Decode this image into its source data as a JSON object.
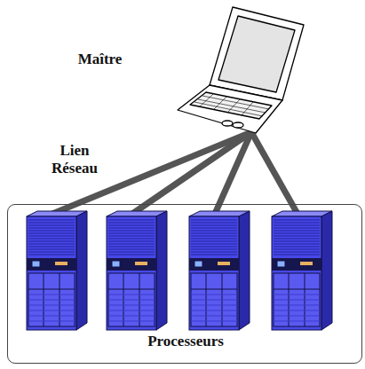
{
  "diagram": {
    "nodes": [
      {
        "text": [
          "Maître"
        ]
      },
      {
        "text": [
          "Processeurs"
        ]
      }
    ],
    "edges": [
      {
        "from": 0,
        "to": 1,
        "arrow": "none",
        "label": "Lien Réseau"
      },
      {
        "from": 0,
        "to": 1,
        "arrow": "none"
      },
      {
        "from": 0,
        "to": 1,
        "arrow": "none"
      },
      {
        "from": 0,
        "to": 1,
        "arrow": "none"
      }
    ]
  }
}
